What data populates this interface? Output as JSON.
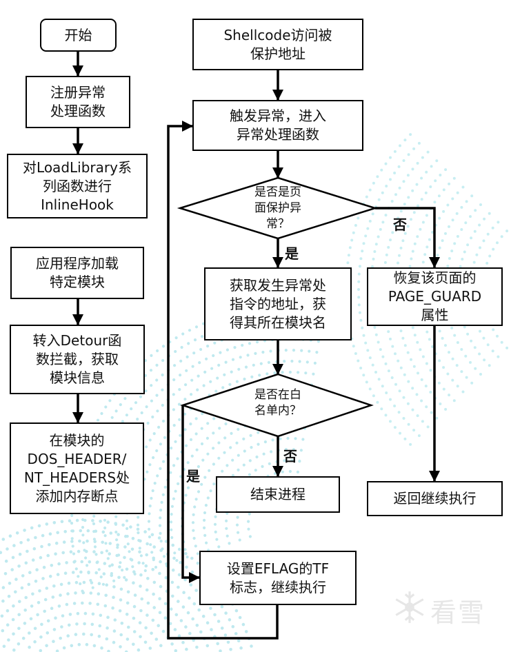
{
  "diagram": {
    "left_column": {
      "start": "开始",
      "register_handler": "注册异常\n处理函数",
      "hook_loadlibrary": "对LoadLibrary系\n列函数进行\nInlineHook",
      "app_load_module": "应用程序加载\n特定模块",
      "detour_intercept": "转入Detour函\n数拦截，获取\n模块信息",
      "set_breakpoint": "在模块的\nDOS_HEADER/\nNT_HEADERS处\n添加内存断点"
    },
    "main_flow": {
      "shellcode_access": "Shellcode访问被\n保护地址",
      "trigger_exception": "触发异常，进入\n异常处理函数",
      "decision_page_guard": "是否是页\n面保护异\n常？",
      "get_module_name": "获取发生异常处\n指令的地址，获\n得其所在模块名",
      "decision_whitelist": "是否在白\n名单内？",
      "terminate_process": "结束进程",
      "set_tf_flag": "设置EFLAG的TF\n标志，继续执行",
      "restore_page_guard": "恢复该页面的\nPAGE_GUARD\n属性",
      "resume_execution": "返回继续执行"
    },
    "edge_labels": {
      "page_guard_yes": "是",
      "page_guard_no": "否",
      "whitelist_yes": "是",
      "whitelist_no": "否"
    },
    "watermark": {
      "icon": "snowflake-icon",
      "text": "看雪"
    },
    "colors": {
      "line": "#000000",
      "dots": "#bfe9ef",
      "dots_alt": "#c8eef2",
      "watermark": "#e6e6e6"
    }
  }
}
